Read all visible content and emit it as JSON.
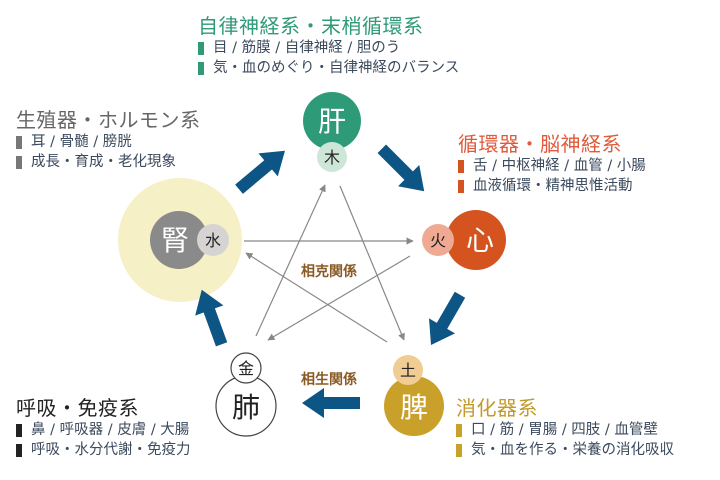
{
  "colors": {
    "liver": "#2e9a78",
    "liver_light": "#cde6d7",
    "heart": "#d4531f",
    "heart_light": "#f0a993",
    "spleen": "#c9a02a",
    "spleen_light": "#f1cc93",
    "kidney": "#8a8a8a",
    "kidney_light": "#d6d3d3",
    "kidney_halo": "#f6f0c6",
    "lung_stroke": "#444444",
    "flow_arrow": "#0d5585",
    "control_arrow": "#888888",
    "relation_label": "#8a5a24",
    "line_text": "#3c4a5e",
    "green_title": "#2e9a78",
    "red_title": "#e05a3c",
    "gray_title": "#666666",
    "gold_title": "#c29a2a",
    "black_title": "#222222"
  },
  "groups": {
    "top": {
      "title": "自律神経系・末梢循環系",
      "lines": [
        "目 / 筋膜 / 自律神経 / 胆のう",
        "気・血のめぐり・自律神経のバランス"
      ]
    },
    "left": {
      "title": "生殖器・ホルモン系",
      "lines": [
        "耳 / 骨髄 / 膀胱",
        "成長・育成・老化現象"
      ]
    },
    "right": {
      "title": "循環器・脳神経系",
      "lines": [
        "舌 / 中枢神経 / 血管 / 小腸",
        "血液循環・精神思惟活動"
      ]
    },
    "bottom_left": {
      "title": "呼吸・免疫系",
      "lines": [
        "鼻 / 呼吸器 / 皮膚 / 大腸",
        "呼吸・水分代謝・免疫力"
      ]
    },
    "bottom_right": {
      "title": "消化器系",
      "lines": [
        "口 / 筋 / 胃腸 / 四肢 / 血管壁",
        "気・血を作る・栄養の消化吸収"
      ]
    }
  },
  "nodes": {
    "liver": {
      "organ": "肝",
      "element": "木"
    },
    "heart": {
      "organ": "心",
      "element": "火"
    },
    "spleen": {
      "organ": "脾",
      "element": "土"
    },
    "lung": {
      "organ": "肺",
      "element": "金"
    },
    "kidney": {
      "organ": "腎",
      "element": "水"
    }
  },
  "relations": {
    "control": "相克関係",
    "generation": "相生関係"
  }
}
